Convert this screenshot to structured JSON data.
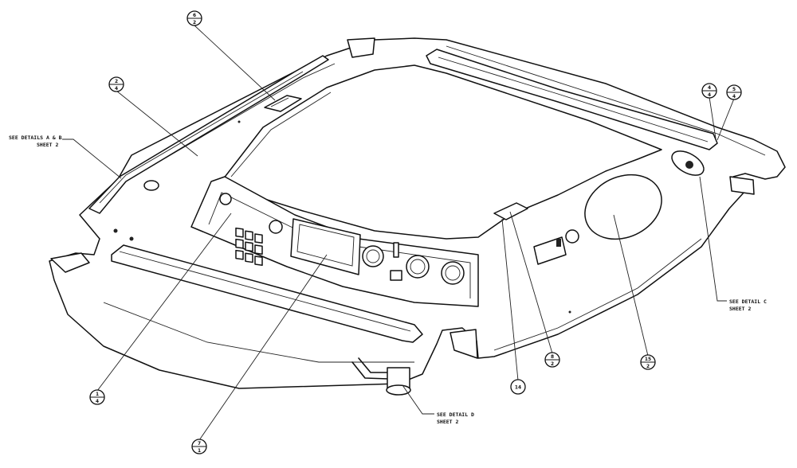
{
  "balloons": [
    {
      "id": "b-top",
      "top": "6",
      "bottom": "2"
    },
    {
      "id": "b-left",
      "top": "2",
      "bottom": "4"
    },
    {
      "id": "b-right1",
      "top": "4",
      "bottom": "4"
    },
    {
      "id": "b-right2",
      "top": "5",
      "bottom": "4"
    },
    {
      "id": "b-panel",
      "top": "1",
      "bottom": "4"
    },
    {
      "id": "b-display",
      "top": "7",
      "bottom": "1"
    },
    {
      "id": "b-14",
      "top": "14",
      "bottom": ""
    },
    {
      "id": "b-hatch",
      "top": "8",
      "bottom": "2"
    },
    {
      "id": "b-15",
      "top": "15",
      "bottom": "2"
    }
  ],
  "notes": {
    "a_line1": "SEE DETAILS A & B",
    "a_line2": "SHEET 2",
    "c_line1": "SEE DETAIL C",
    "c_line2": "SHEET 2",
    "d_line1": "SEE DETAIL D",
    "d_line2": "SHEET 2"
  }
}
